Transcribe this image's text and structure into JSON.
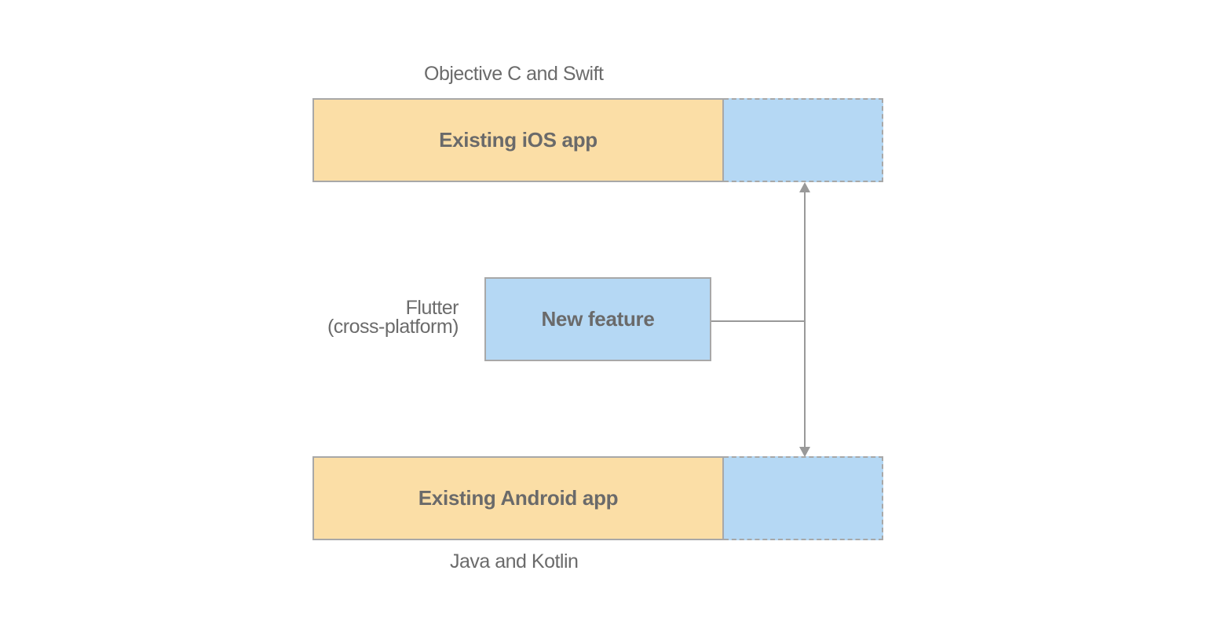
{
  "diagram": {
    "ios": {
      "language_label": "Objective C and Swift",
      "app_label": "Existing iOS app"
    },
    "flutter": {
      "label_line1": "Flutter",
      "label_line2": "(cross-platform)",
      "feature_label": "New feature"
    },
    "android": {
      "app_label": "Existing Android app",
      "language_label": "Java and Kotlin"
    },
    "colors": {
      "existing_fill": "#fbdea6",
      "flutter_fill": "#b5d8f4",
      "border": "#a8a8a8",
      "connector": "#999999",
      "text": "#6a6a6a"
    }
  }
}
